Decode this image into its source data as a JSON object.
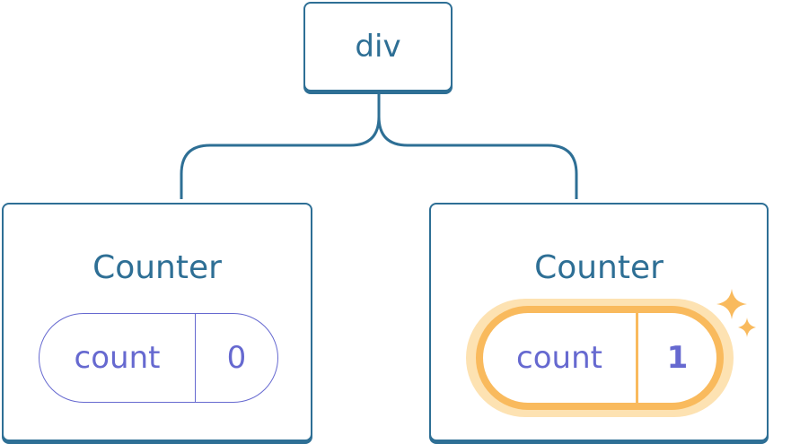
{
  "root": {
    "label": "div"
  },
  "children": [
    {
      "title": "Counter",
      "state_label": "count",
      "state_value": "0",
      "highlighted": false
    },
    {
      "title": "Counter",
      "state_label": "count",
      "state_value": "1",
      "highlighted": true
    }
  ],
  "icons": {
    "sparkle": "sparkle-icon"
  },
  "colors": {
    "node_border": "#2e6f95",
    "state_text": "#6669d0",
    "highlight": "#f9ba5d",
    "highlight_glow": "#fde2b2"
  }
}
